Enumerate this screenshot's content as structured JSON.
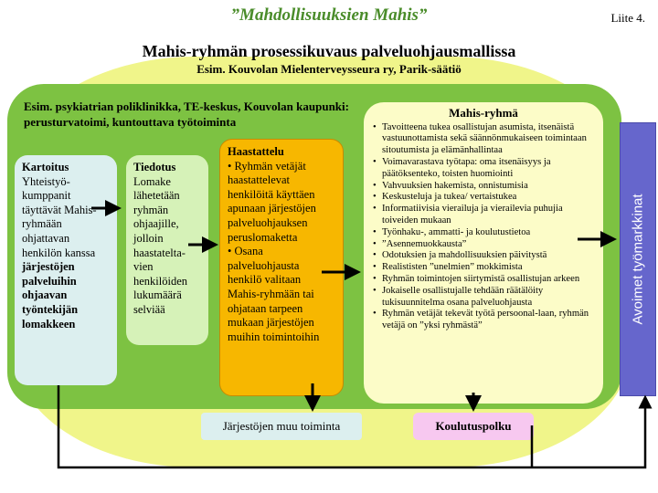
{
  "header": {
    "title": "”Mahdollisuuksien Mahis”",
    "appendix": "Liite 4."
  },
  "main": {
    "title": "Mahis-ryhmän prosessikuvaus palveluohjausmallissa",
    "subtitle": "Esim. Kouvolan Mielenterveysseura ry, Parik-säätiö"
  },
  "org_label": "Esim. psykiatrian poliklinikka, TE-keskus, Kouvolan kaupunki: perusturvatoimi, kuntouttava työtoiminta",
  "kartoitus": {
    "title": "Kartoitus",
    "body": "Yhteistyö-kumppanit täyttävät Mahis-ryhmään ohjattavan henkilön kanssa",
    "body_bold": "järjestöjen palveluihin ohjaavan työntekijän lomakkeen"
  },
  "tiedotus": {
    "title": "Tiedotus",
    "body": "Lomake lähetetään ryhmän ohjaajille, jolloin haastatelta-vien henkilöiden lukumäärä selviää"
  },
  "haastattelu": {
    "title": "Haastattelu",
    "bullet1": "• Ryhmän vetäjät haastattelevat henkilöitä käyttäen apunaan järjestöjen palveluohjauksen peruslomaketta",
    "bullet2": "• Osana palveluohjausta henkilö valitaan Mahis-ryhmään tai ohjataan tarpeen mukaan järjestöjen muihin toimintoihin"
  },
  "mahis": {
    "title": "Mahis-ryhmä",
    "items": [
      "Tavoitteena tukea osallistujan asumista, itsenäistä vastuunottamista sekä säännönmukaiseen toimintaan sitoutumista ja elämänhallintaa",
      "Voimavarastava työtapa: oma itsenäisyys ja päätöksenteko, toisten huomiointi",
      "Vahvuuksien hakemista, onnistumisia",
      "Keskusteluja ja tukea/ vertaistukea",
      "Informatiivisia vierailuja ja vierailevia puhujia toiveiden mukaan",
      "Työnhaku-, ammatti- ja koulutustietoa",
      "”Asennemuokkausta”",
      "Odotuksien ja mahdollisuuksien päivitystä",
      "Realististen ”unelmien” mokkimista",
      "Ryhmän toimintojen siirtymistä osallistujan arkeen",
      "Jokaiselle osallistujalle tehdään räätälöity tukisuunnitelma osana palveluohjausta",
      "Ryhmän vetäjät tekevät työtä persoonal-laan, ryhmän vetäjä on ”yksi ryhmästä”"
    ]
  },
  "open_market": "Avoimet työmarkkinat",
  "muu_toiminta": "Järjestöjen muu toiminta",
  "koulutuspolku": "Koulutuspolku",
  "colors": {
    "title_green": "#4a8c2a",
    "outer_yellow": "#f0f58a",
    "panel_green": "#7dc242",
    "kartoitus_bg": "#dcefef",
    "tiedotus_bg": "#d6f2b8",
    "haastattelu_bg": "#f7b700",
    "mahis_bg": "#fcfcc8",
    "open_market_bg": "#6666cc",
    "koulutus_bg": "#f7c8f0"
  }
}
